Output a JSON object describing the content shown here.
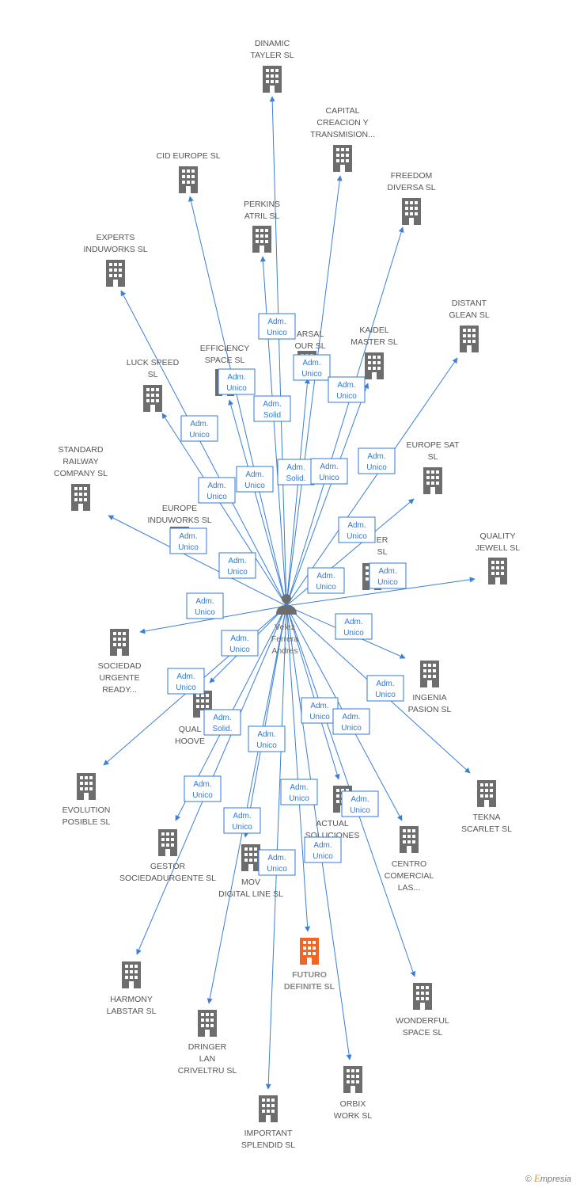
{
  "center": {
    "label": [
      "Velez",
      "Ferrera",
      "Andres"
    ]
  },
  "nodes": [
    {
      "id": "dinamic",
      "label": [
        "DINAMIC",
        "TAYLER  SL"
      ]
    },
    {
      "id": "capital",
      "label": [
        "CAPITAL",
        "CREACION Y",
        "TRANSMISION..."
      ]
    },
    {
      "id": "cideurope",
      "label": [
        "CID EUROPE  SL"
      ]
    },
    {
      "id": "freedom",
      "label": [
        "FREEDOM",
        "DIVERSA SL"
      ]
    },
    {
      "id": "perkins",
      "label": [
        "PERKINS",
        "ATRIL  SL"
      ]
    },
    {
      "id": "experts",
      "label": [
        "EXPERTS",
        "INDUWORKS SL"
      ]
    },
    {
      "id": "distant",
      "label": [
        "DISTANT",
        "GLEAN  SL"
      ]
    },
    {
      "id": "arsal",
      "label": [
        "ARSAL",
        "OUR  SL"
      ]
    },
    {
      "id": "kaidel",
      "label": [
        "KAIDEL",
        "MASTER  SL"
      ]
    },
    {
      "id": "efficiency",
      "label": [
        "EFFICIENCY",
        "SPACE SL"
      ]
    },
    {
      "id": "luckspeed",
      "label": [
        "LUCK SPEED",
        "SL"
      ]
    },
    {
      "id": "europesat",
      "label": [
        "EUROPE SAT",
        "SL"
      ]
    },
    {
      "id": "standard",
      "label": [
        "STANDARD",
        "RAILWAY",
        "COMPANY  SL"
      ]
    },
    {
      "id": "europeindu",
      "label": [
        "EUROPE",
        "INDUWORKS SL"
      ]
    },
    {
      "id": "er",
      "label": [
        "ER",
        "SL"
      ]
    },
    {
      "id": "quality",
      "label": [
        "QUALITY",
        "JEWELL SL"
      ]
    },
    {
      "id": "sociedad",
      "label": [
        "SOCIEDAD",
        "URGENTE",
        "READY..."
      ]
    },
    {
      "id": "ingenia",
      "label": [
        "INGENIA",
        "PASION  SL"
      ]
    },
    {
      "id": "qualhoove",
      "label": [
        "QUAL",
        "HOOVE"
      ]
    },
    {
      "id": "evolution",
      "label": [
        "EVOLUTION",
        "POSIBLE  SL"
      ]
    },
    {
      "id": "tekna",
      "label": [
        "TEKNA",
        "SCARLET  SL"
      ]
    },
    {
      "id": "actual",
      "label": [
        "ACTUAL",
        "SOLUCIONES",
        "E..."
      ]
    },
    {
      "id": "gestor",
      "label": [
        "GESTOR",
        "SOCIEDADURGENTE SL"
      ]
    },
    {
      "id": "centro",
      "label": [
        "CENTRO",
        "COMERCIAL",
        "LAS..."
      ]
    },
    {
      "id": "movdigital",
      "label": [
        "MOV",
        "DIGITAL LINE SL"
      ]
    },
    {
      "id": "futuro",
      "label": [
        "FUTURO",
        "DEFINITE  SL"
      ]
    },
    {
      "id": "harmony",
      "label": [
        "HARMONY",
        "LABSTAR SL"
      ]
    },
    {
      "id": "wonderful",
      "label": [
        "WONDERFUL",
        "SPACE  SL"
      ]
    },
    {
      "id": "dringer",
      "label": [
        "DRINGER",
        "LAN",
        "CRIVELTRU SL"
      ]
    },
    {
      "id": "orbix",
      "label": [
        "ORBIX",
        "WORK  SL"
      ]
    },
    {
      "id": "important",
      "label": [
        "IMPORTANT",
        "SPLENDID  SL"
      ]
    }
  ],
  "roles": [
    {
      "text": [
        "Adm.",
        "Unico"
      ]
    },
    {
      "text": [
        "Adm.",
        "Unico"
      ]
    },
    {
      "text": [
        "Adm.",
        "Unico"
      ]
    },
    {
      "text": [
        "Adm.",
        "Unico"
      ]
    },
    {
      "text": [
        "Adm.",
        "Solid"
      ]
    },
    {
      "text": [
        "Adm.",
        "Unico"
      ]
    },
    {
      "text": [
        "Adm.",
        "Unico"
      ]
    },
    {
      "text": [
        "Adm.",
        "Unico"
      ]
    },
    {
      "text": [
        "Adm.",
        "Unico"
      ]
    },
    {
      "text": [
        "Adm.",
        "Solid."
      ]
    },
    {
      "text": [
        "Adm.",
        "Unico"
      ]
    },
    {
      "text": [
        "Adm.",
        "Unico"
      ]
    },
    {
      "text": [
        "Adm.",
        "Unico"
      ]
    },
    {
      "text": [
        "Adm.",
        "Unico"
      ]
    },
    {
      "text": [
        "Adm.",
        "Unico"
      ]
    },
    {
      "text": [
        "Adm.",
        "Unico"
      ]
    },
    {
      "text": [
        "Adm.",
        "Unico"
      ]
    },
    {
      "text": [
        "Adm.",
        "Unico"
      ]
    },
    {
      "text": [
        "Adm.",
        "Unico"
      ]
    },
    {
      "text": [
        "Adm.",
        "Unico"
      ]
    },
    {
      "text": [
        "Adm.",
        "Unico"
      ]
    },
    {
      "text": [
        "Adm.",
        "Solid."
      ]
    },
    {
      "text": [
        "Adm.",
        "Unico"
      ]
    },
    {
      "text": [
        "Adm.",
        "Unico"
      ]
    },
    {
      "text": [
        "Adm.",
        "Unico"
      ]
    },
    {
      "text": [
        "Adm.",
        "Unico"
      ]
    },
    {
      "text": [
        "Adm.",
        "Unico"
      ]
    },
    {
      "text": [
        "Adm.",
        "Unico"
      ]
    },
    {
      "text": [
        "Adm.",
        "Unico"
      ]
    },
    {
      "text": [
        "Adm.",
        "Unico"
      ]
    },
    {
      "text": [
        "Adm.",
        "Unico"
      ]
    }
  ],
  "colors": {
    "edge": "#3a7fd8",
    "building": "#6d6d6d",
    "focus_building": "#f26522",
    "person": "#6d6d6d"
  },
  "footer": {
    "copyright": "©",
    "brand_initial": "E",
    "brand_rest": "mpresia"
  }
}
